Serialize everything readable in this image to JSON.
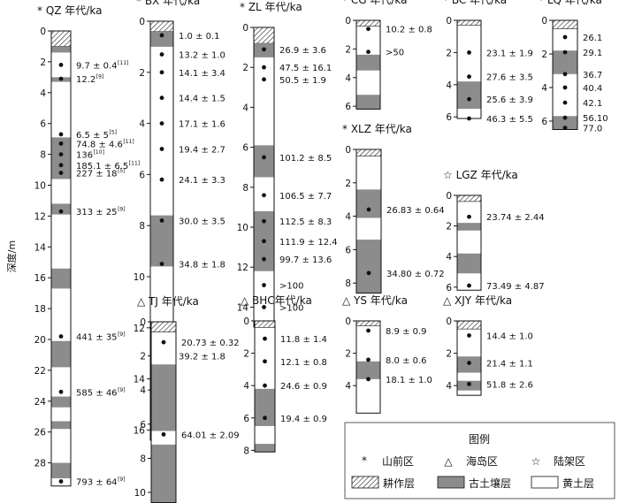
{
  "y_axis_label": "深度/m",
  "colors": {
    "paleosol": "#8c8c8c",
    "loess": "#ffffff",
    "line": "#111111"
  },
  "legend": {
    "title": "图例",
    "sym_mountain": "*",
    "label_mountain": "山前区",
    "sym_island": "△",
    "label_island": "海岛区",
    "sym_shelf": "☆",
    "label_shelf": "陆架区",
    "label_tillage": "耕作层",
    "label_paleosol": "古土壤层",
    "label_loess": "黄土层"
  },
  "chart_data": {
    "type": "stratigraphic_columns",
    "columns": [
      {
        "id": "QZ",
        "region": "mountain",
        "title": "* QZ 年代/ka",
        "depth_max": 29.5,
        "ticks": [
          0,
          2,
          4,
          6,
          8,
          10,
          12,
          14,
          16,
          18,
          20,
          22,
          24,
          26,
          28
        ],
        "layers": [
          {
            "type": "tillage",
            "top": 0,
            "bottom": 1.0
          },
          {
            "type": "paleosol",
            "top": 1.0,
            "bottom": 1.4
          },
          {
            "type": "paleosol",
            "top": 3.0,
            "bottom": 3.3
          },
          {
            "type": "paleosol",
            "top": 6.9,
            "bottom": 9.6
          },
          {
            "type": "paleosol",
            "top": 11.2,
            "bottom": 11.9
          },
          {
            "type": "paleosol",
            "top": 15.4,
            "bottom": 16.7
          },
          {
            "type": "paleosol",
            "top": 20.1,
            "bottom": 21.8
          },
          {
            "type": "paleosol",
            "top": 23.7,
            "bottom": 24.4
          },
          {
            "type": "paleosol",
            "top": 25.3,
            "bottom": 25.8
          },
          {
            "type": "paleosol",
            "top": 28.0,
            "bottom": 29.0
          }
        ],
        "samples": [
          {
            "depth": 2.2,
            "label": "9.7 ± 0.4",
            "ref": "[11]"
          },
          {
            "depth": 3.1,
            "label": "12.2",
            "ref": "[9]"
          },
          {
            "depth": 6.7,
            "label": "6.5 ± 5",
            "ref": "[5]"
          },
          {
            "depth": 7.3,
            "label": "74.8 ± 4.6",
            "ref": "[11]"
          },
          {
            "depth": 8.0,
            "label": "136",
            "ref": "[10]"
          },
          {
            "depth": 8.7,
            "label": "185.1 ± 6.5",
            "ref": "[11]"
          },
          {
            "depth": 9.2,
            "label": "227 ± 18",
            "ref": "[5]"
          },
          {
            "depth": 11.7,
            "label": "313 ± 25",
            "ref": "[9]"
          },
          {
            "depth": 19.8,
            "label": "441 ± 35",
            "ref": "[9]"
          },
          {
            "depth": 23.4,
            "label": "585 ± 46",
            "ref": "[9]"
          },
          {
            "depth": 29.2,
            "label": "793 ± 64",
            "ref": "[9]"
          }
        ]
      },
      {
        "id": "BX",
        "region": "mountain",
        "title": "* BX 年代/ka",
        "depth_max": 16.4,
        "ticks": [
          0,
          2,
          4,
          6,
          8,
          10,
          12,
          14,
          16
        ],
        "layers": [
          {
            "type": "tillage",
            "top": 0,
            "bottom": 0.4
          },
          {
            "type": "paleosol",
            "top": 0.4,
            "bottom": 1.0
          },
          {
            "type": "paleosol",
            "top": 7.6,
            "bottom": 9.6
          },
          {
            "type": "paleosol",
            "top": 12.6,
            "bottom": 14.6
          }
        ],
        "samples": [
          {
            "depth": 0.55,
            "label": "1.0 ± 0.1",
            "ref": ""
          },
          {
            "depth": 1.3,
            "label": "13.2 ± 1.0",
            "ref": ""
          },
          {
            "depth": 2.0,
            "label": "14.1 ± 3.4",
            "ref": ""
          },
          {
            "depth": 3.0,
            "label": "14.4 ± 1.5",
            "ref": ""
          },
          {
            "depth": 4.0,
            "label": "17.1 ± 1.6",
            "ref": ""
          },
          {
            "depth": 5.0,
            "label": "19.4 ± 2.7",
            "ref": ""
          },
          {
            "depth": 6.2,
            "label": "24.1 ± 3.3",
            "ref": ""
          },
          {
            "depth": 7.8,
            "label": "30.0 ± 3.5",
            "ref": ""
          },
          {
            "depth": 9.5,
            "label": "34.8 ± 1.8",
            "ref": ""
          },
          {
            "depth": 13.1,
            "label": "39.2 ± 1.8",
            "ref": ""
          }
        ]
      },
      {
        "id": "ZL",
        "region": "mountain",
        "title": "* ZL  年代/ka",
        "depth_max": 15.0,
        "ticks": [
          0,
          2,
          4,
          6,
          8,
          10,
          12,
          14
        ],
        "layers": [
          {
            "type": "tillage",
            "top": 0,
            "bottom": 0.8
          },
          {
            "type": "paleosol",
            "top": 0.8,
            "bottom": 1.5
          },
          {
            "type": "paleosol",
            "top": 5.9,
            "bottom": 7.5
          },
          {
            "type": "paleosol",
            "top": 9.2,
            "bottom": 12.2
          }
        ],
        "samples": [
          {
            "depth": 1.1,
            "label": "26.9 ± 3.6",
            "ref": ""
          },
          {
            "depth": 2.0,
            "label": "47.5 ± 16.1",
            "ref": ""
          },
          {
            "depth": 2.6,
            "label": "50.5 ± 1.9",
            "ref": ""
          },
          {
            "depth": 6.5,
            "label": "101.2 ± 8.5",
            "ref": ""
          },
          {
            "depth": 8.4,
            "label": "106.5 ± 7.7",
            "ref": ""
          },
          {
            "depth": 9.7,
            "label": "112.5 ± 8.3",
            "ref": ""
          },
          {
            "depth": 10.7,
            "label": "111.9 ± 12.4",
            "ref": ""
          },
          {
            "depth": 11.6,
            "label": "99.7 ± 13.6",
            "ref": ""
          },
          {
            "depth": 12.9,
            "label": ">100",
            "ref": ""
          },
          {
            "depth": 14.0,
            "label": ">100",
            "ref": ""
          }
        ]
      },
      {
        "id": "CG",
        "region": "mountain",
        "title": "* CG  年代/ka",
        "depth_max": 6.2,
        "ticks": [
          0,
          2,
          4,
          6
        ],
        "layers": [
          {
            "type": "tillage",
            "top": 0,
            "bottom": 0.4
          },
          {
            "type": "paleosol",
            "top": 2.4,
            "bottom": 3.5
          },
          {
            "type": "paleosol",
            "top": 5.2,
            "bottom": 6.2
          }
        ],
        "samples": [
          {
            "depth": 0.6,
            "label": "10.2 ± 0.8",
            "ref": ""
          },
          {
            "depth": 2.2,
            "label": ">50",
            "ref": ""
          }
        ]
      },
      {
        "id": "BC",
        "region": "mountain",
        "title": "* BC  年代/ka",
        "depth_max": 6.1,
        "ticks": [
          0,
          2,
          4,
          6
        ],
        "layers": [
          {
            "type": "tillage",
            "top": 0,
            "bottom": 0.3
          },
          {
            "type": "paleosol",
            "top": 3.8,
            "bottom": 5.5
          }
        ],
        "samples": [
          {
            "depth": 2.0,
            "label": "23.1 ± 1.9",
            "ref": ""
          },
          {
            "depth": 3.5,
            "label": "27.6 ± 3.5",
            "ref": ""
          },
          {
            "depth": 4.9,
            "label": "25.6 ± 3.9",
            "ref": ""
          },
          {
            "depth": 6.1,
            "label": "46.3 ± 5.5",
            "ref": ""
          }
        ]
      },
      {
        "id": "LQ",
        "region": "mountain",
        "title": "* LQ  年代/ka",
        "depth_max": 6.5,
        "ticks": [
          0,
          2,
          4,
          6
        ],
        "layers": [
          {
            "type": "tillage",
            "top": 0,
            "bottom": 0.5
          },
          {
            "type": "paleosol",
            "top": 1.8,
            "bottom": 3.2
          },
          {
            "type": "paleosol",
            "top": 5.7,
            "bottom": 6.5
          }
        ],
        "samples": [
          {
            "depth": 1.0,
            "label": "26.1",
            "ref": ""
          },
          {
            "depth": 1.9,
            "label": "29.1",
            "ref": ""
          },
          {
            "depth": 3.2,
            "label": "36.7",
            "ref": ""
          },
          {
            "depth": 4.0,
            "label": "40.4",
            "ref": ""
          },
          {
            "depth": 4.9,
            "label": "42.1",
            "ref": ""
          },
          {
            "depth": 5.8,
            "label": "56.10",
            "ref": ""
          },
          {
            "depth": 6.4,
            "label": "77.0",
            "ref": ""
          }
        ]
      },
      {
        "id": "XLZ",
        "region": "mountain",
        "title": "* XLZ  年代/ka",
        "depth_max": 8.6,
        "ticks": [
          0,
          2,
          4,
          6,
          8
        ],
        "layers": [
          {
            "type": "tillage",
            "top": 0,
            "bottom": 0.4
          },
          {
            "type": "paleosol",
            "top": 2.4,
            "bottom": 4.1
          },
          {
            "type": "paleosol",
            "top": 5.4,
            "bottom": 8.6
          }
        ],
        "samples": [
          {
            "depth": 3.6,
            "label": "26.83 ± 0.64",
            "ref": ""
          },
          {
            "depth": 7.4,
            "label": "34.80 ± 0.72",
            "ref": ""
          }
        ]
      },
      {
        "id": "LGZ",
        "region": "shelf",
        "title": "☆  LGZ  年代/ka",
        "depth_max": 6.2,
        "ticks": [
          0,
          2,
          4,
          6
        ],
        "layers": [
          {
            "type": "tillage",
            "top": 0,
            "bottom": 0.4
          },
          {
            "type": "paleosol",
            "top": 1.8,
            "bottom": 2.3
          },
          {
            "type": "paleosol",
            "top": 3.8,
            "bottom": 5.1
          }
        ],
        "samples": [
          {
            "depth": 1.4,
            "label": "23.74 ± 2.44",
            "ref": ""
          },
          {
            "depth": 5.9,
            "label": "73.49 ± 4.87",
            "ref": ""
          }
        ]
      },
      {
        "id": "TJ",
        "region": "island",
        "title": "△  TJ  年代/ka",
        "depth_max": 10.6,
        "ticks": [
          0,
          2,
          4,
          6,
          8,
          10
        ],
        "layers": [
          {
            "type": "tillage",
            "top": 0,
            "bottom": 0.6
          },
          {
            "type": "paleosol",
            "top": 2.5,
            "bottom": 6.4
          },
          {
            "type": "paleosol",
            "top": 7.2,
            "bottom": 10.6
          }
        ],
        "samples": [
          {
            "depth": 1.2,
            "label": "20.73 ± 0.32",
            "ref": ""
          },
          {
            "depth": 6.6,
            "label": "64.01 ± 2.09",
            "ref": ""
          }
        ]
      },
      {
        "id": "BHC",
        "region": "island",
        "title": "△  BHC年代/ka",
        "depth_max": 8.1,
        "ticks": [
          0,
          2,
          4,
          6,
          8
        ],
        "layers": [
          {
            "type": "tillage",
            "top": 0,
            "bottom": 0.4
          },
          {
            "type": "paleosol",
            "top": 4.2,
            "bottom": 6.5
          },
          {
            "type": "paleosol",
            "top": 7.6,
            "bottom": 8.1
          }
        ],
        "samples": [
          {
            "depth": 1.1,
            "label": "11.8 ± 1.4",
            "ref": ""
          },
          {
            "depth": 2.5,
            "label": "12.1 ± 0.8",
            "ref": ""
          },
          {
            "depth": 4.0,
            "label": "24.6 ± 0.9",
            "ref": ""
          },
          {
            "depth": 6.0,
            "label": "19.4 ± 0.9",
            "ref": ""
          }
        ]
      },
      {
        "id": "YS",
        "region": "island",
        "title": "△  YS  年代/ka",
        "depth_max": 5.7,
        "ticks": [
          0,
          2,
          4
        ],
        "layers": [
          {
            "type": "tillage",
            "top": 0,
            "bottom": 0.3
          },
          {
            "type": "paleosol",
            "top": 2.5,
            "bottom": 3.6
          }
        ],
        "samples": [
          {
            "depth": 0.6,
            "label": "8.9 ± 0.9",
            "ref": ""
          },
          {
            "depth": 2.4,
            "label": "8.0 ± 0.6",
            "ref": ""
          },
          {
            "depth": 3.6,
            "label": "18.1 ± 1.0",
            "ref": ""
          }
        ]
      },
      {
        "id": "XJY",
        "region": "island",
        "title": "△  XJY  年代/ka",
        "depth_max": 4.6,
        "ticks": [
          0,
          2,
          4
        ],
        "layers": [
          {
            "type": "tillage",
            "top": 0,
            "bottom": 0.5
          },
          {
            "type": "paleosol",
            "top": 2.2,
            "bottom": 3.2
          },
          {
            "type": "paleosol",
            "top": 3.7,
            "bottom": 4.3
          }
        ],
        "samples": [
          {
            "depth": 0.9,
            "label": "14.4 ± 1.0",
            "ref": ""
          },
          {
            "depth": 2.6,
            "label": "21.4 ± 1.1",
            "ref": ""
          },
          {
            "depth": 3.9,
            "label": "51.8 ± 2.6",
            "ref": ""
          }
        ]
      }
    ]
  }
}
